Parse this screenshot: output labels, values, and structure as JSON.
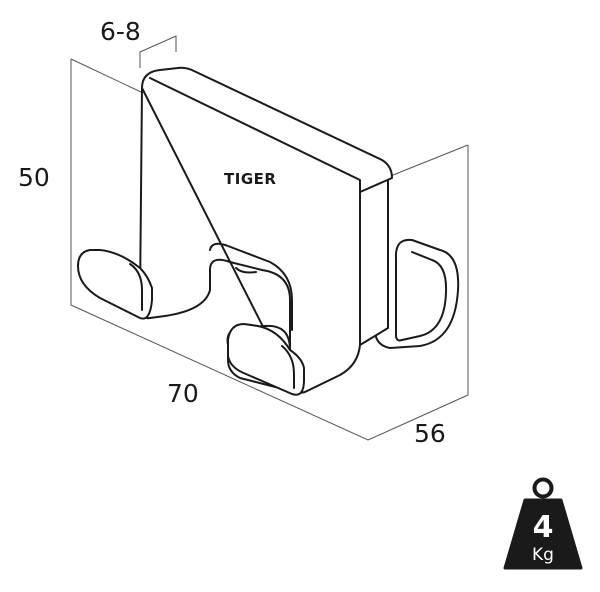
{
  "drawing": {
    "brand_logo": "TIGER",
    "dimensions": {
      "door_thickness": "6-8",
      "height": "50",
      "width": "70",
      "depth": "56"
    },
    "weight_badge": {
      "value": "4",
      "unit": "Kg",
      "icon": "weight-icon",
      "color": "#1a1a1a"
    }
  }
}
